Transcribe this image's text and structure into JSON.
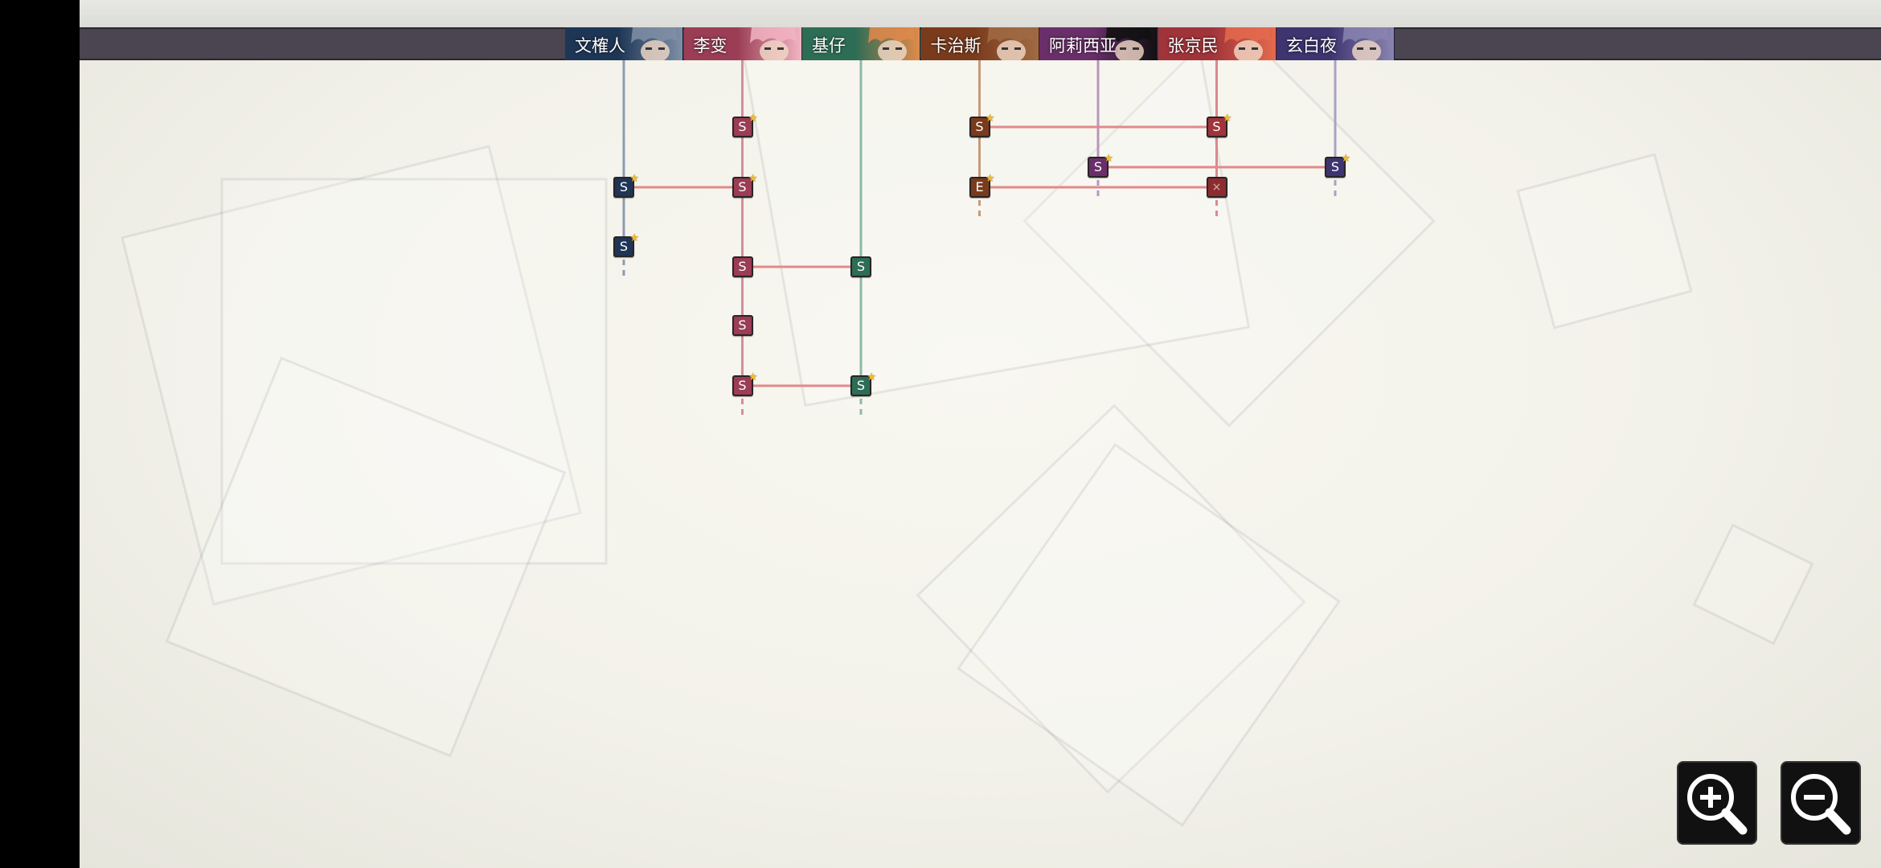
{
  "characters": [
    {
      "name": "文榷人",
      "color": "#1e3655",
      "accent": "#7e8fa6",
      "line_color": "#8c9cb1"
    },
    {
      "name": "李变",
      "color": "#9a3d55",
      "accent": "#f2b4c2",
      "line_color": "#d58e9a"
    },
    {
      "name": "基仔",
      "color": "#2d6d56",
      "accent": "#e08a4a",
      "line_color": "#8db9a6"
    },
    {
      "name": "卡治斯",
      "color": "#7a3b1c",
      "accent": "#a06a44",
      "line_color": "#c69a7a"
    },
    {
      "name": "阿莉西亚",
      "color": "#6a2f6a",
      "accent": "#111111",
      "line_color": "#b995bd"
    },
    {
      "name": "张京民",
      "color": "#a0343a",
      "accent": "#e46a4e",
      "line_color": "#d98a8e"
    },
    {
      "name": "玄白夜",
      "color": "#3d3470",
      "accent": "#8a84b0",
      "line_color": "#a8a2c6"
    }
  ],
  "nodes": [
    {
      "col": 0,
      "row": 3,
      "label": "S",
      "starred": true
    },
    {
      "col": 0,
      "row": 4,
      "label": "S",
      "starred": true
    },
    {
      "col": 1,
      "row": 1,
      "label": "S",
      "starred": true
    },
    {
      "col": 1,
      "row": 3,
      "label": "S",
      "starred": true
    },
    {
      "col": 1,
      "row": 5,
      "label": "S",
      "starred": false
    },
    {
      "col": 1,
      "row": 6,
      "label": "S",
      "starred": false
    },
    {
      "col": 1,
      "row": 7,
      "label": "S",
      "starred": true
    },
    {
      "col": 2,
      "row": 5,
      "label": "S",
      "starred": false
    },
    {
      "col": 2,
      "row": 7,
      "label": "S",
      "starred": true
    },
    {
      "col": 3,
      "row": 1,
      "label": "S",
      "starred": true
    },
    {
      "col": 3,
      "row": 3,
      "label": "E",
      "starred": true
    },
    {
      "col": 4,
      "row": 2,
      "label": "S",
      "starred": true
    },
    {
      "col": 5,
      "row": 1,
      "label": "S",
      "starred": true
    },
    {
      "col": 5,
      "row": 3,
      "label": "×",
      "starred": false,
      "locked": true
    },
    {
      "col": 6,
      "row": 2,
      "label": "S",
      "starred": true
    }
  ],
  "links": [
    {
      "from_col": 0,
      "to_col": 1,
      "row": 3
    },
    {
      "from_col": 1,
      "to_col": 2,
      "row": 5
    },
    {
      "from_col": 1,
      "to_col": 2,
      "row": 7
    },
    {
      "from_col": 3,
      "to_col": 5,
      "row": 1
    },
    {
      "from_col": 3,
      "to_col": 5,
      "row": 3
    },
    {
      "from_col": 4,
      "to_col": 6,
      "row": 2
    }
  ],
  "link_color": "#e28a8a",
  "zoom_in_icon": "zoom-in-icon",
  "zoom_out_icon": "zoom-out-icon"
}
